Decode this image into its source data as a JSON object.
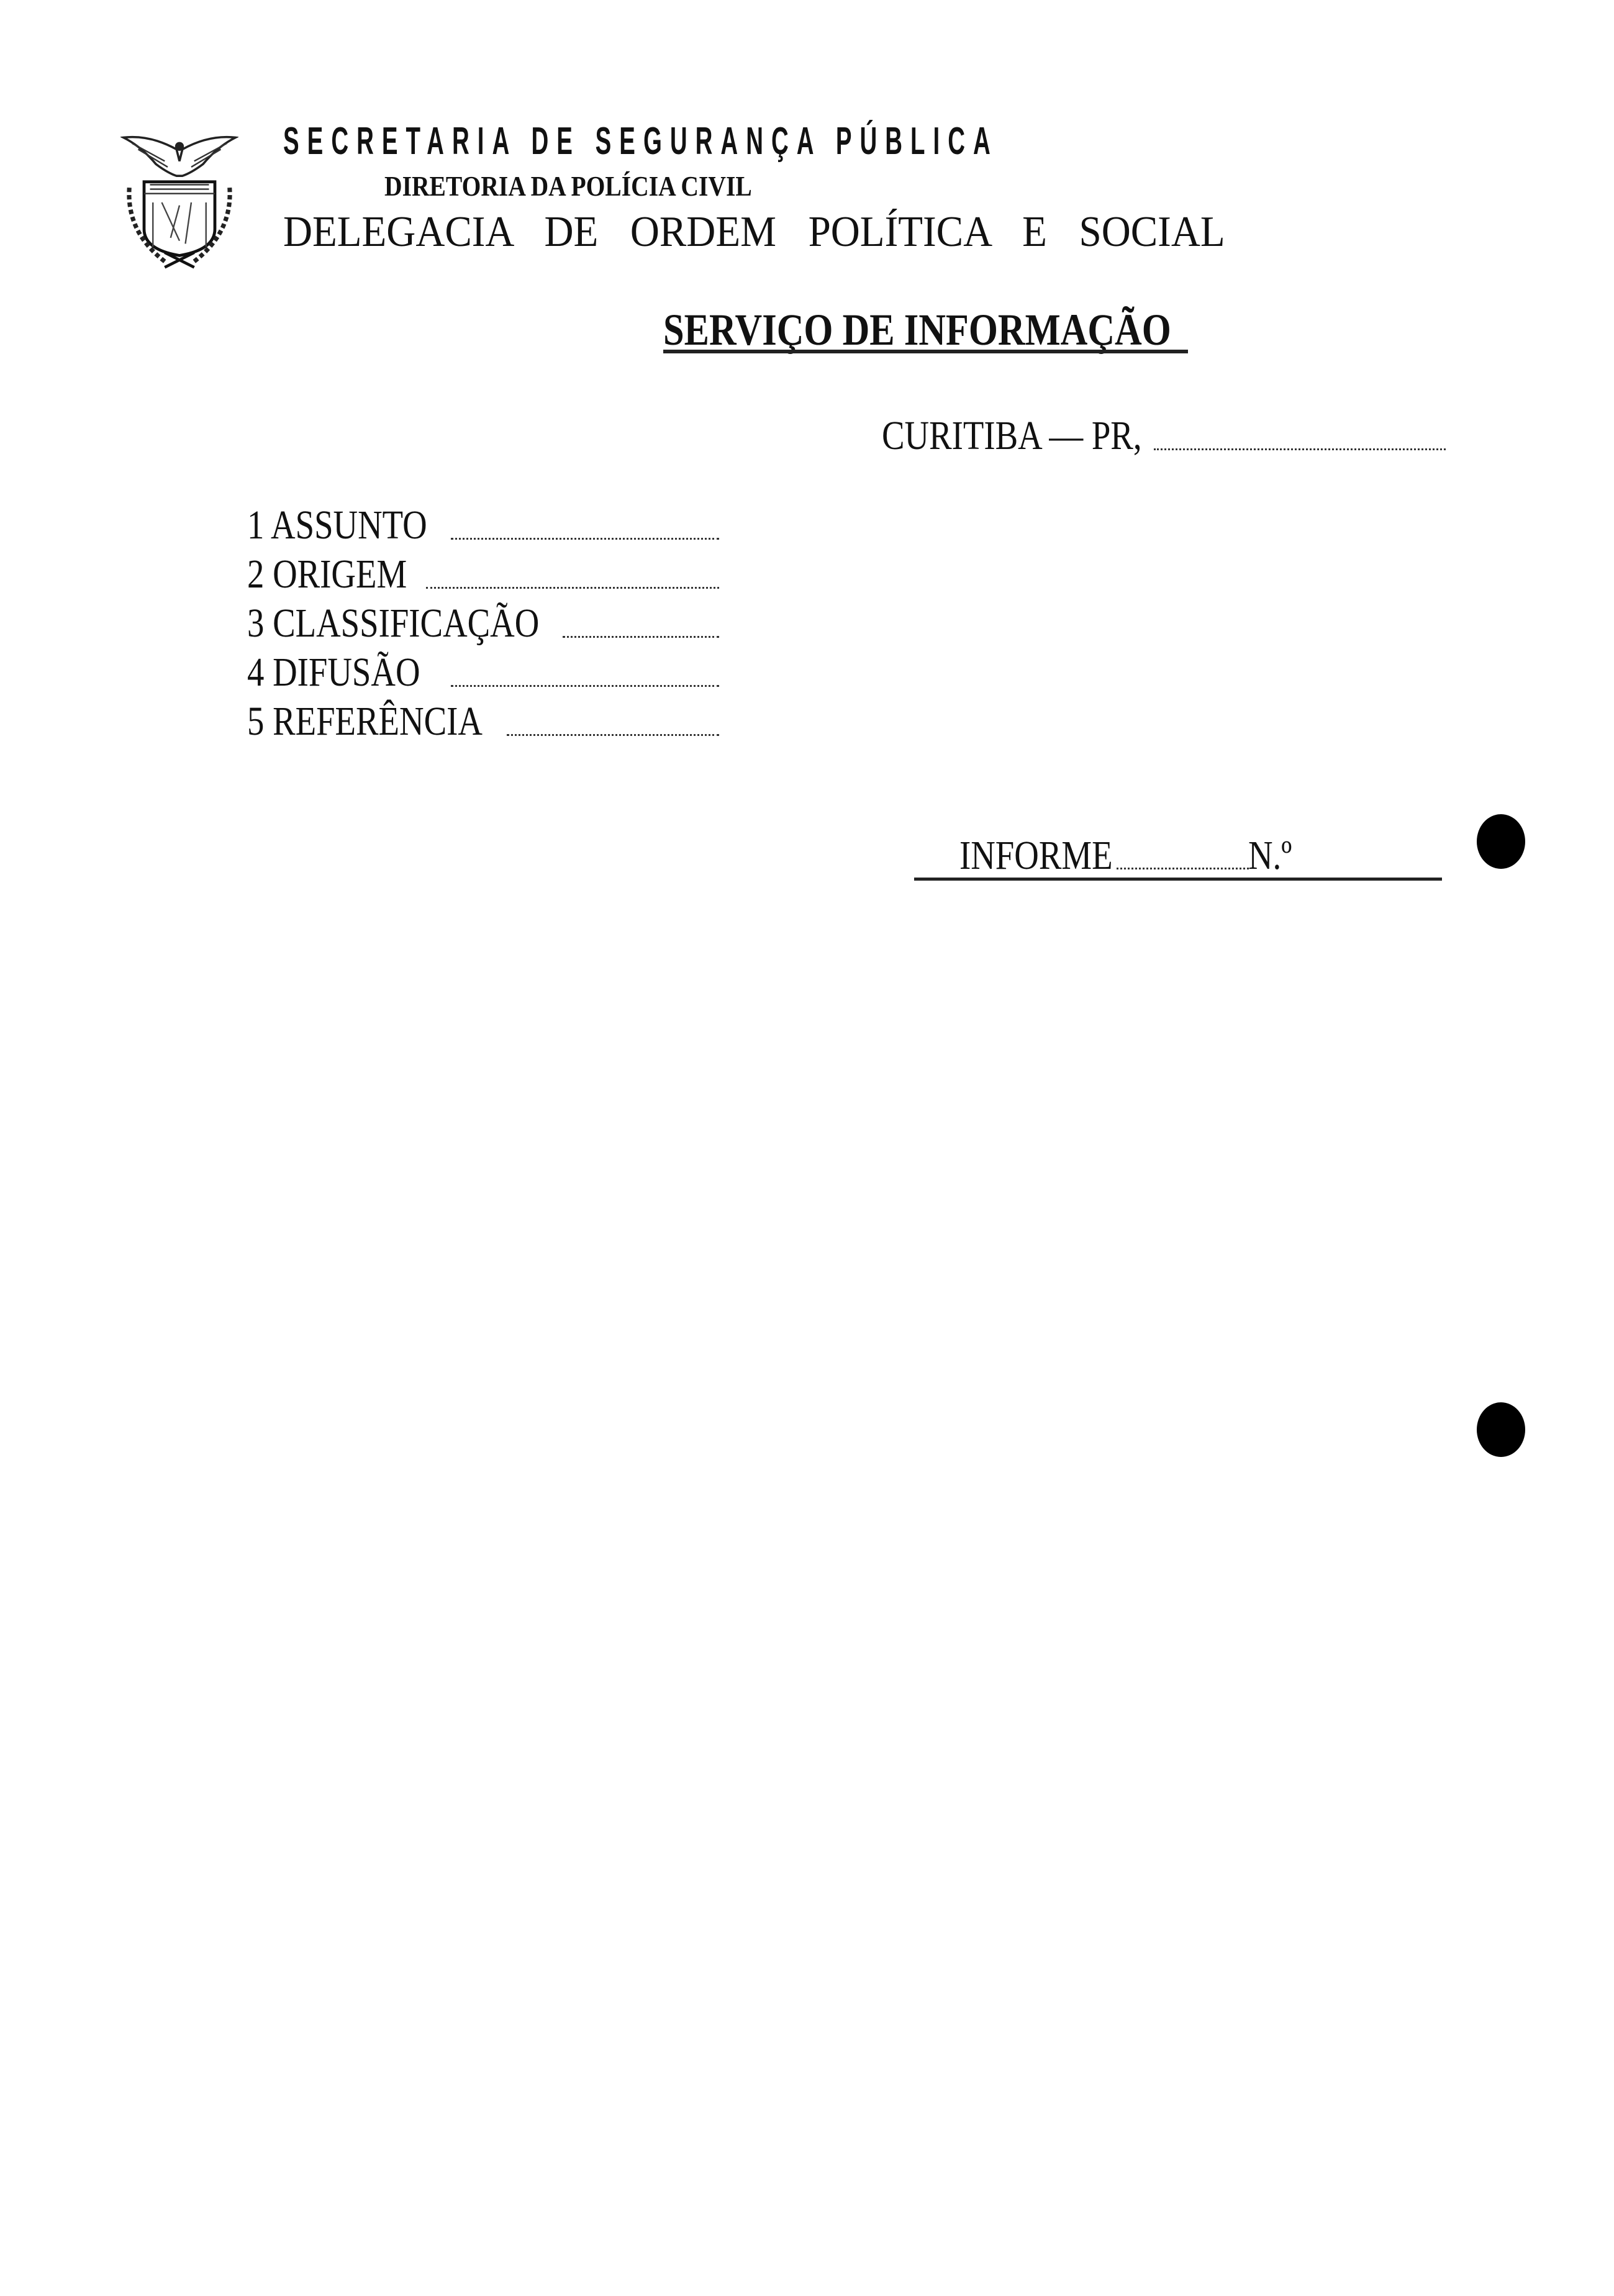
{
  "header": {
    "emblem": "parana-coat-of-arms",
    "secretaria": "SECRETARIA DE SEGURANÇA PÚBLICA",
    "diretoria": "DIRETORIA DA POLÍCIA CIVIL",
    "delegacia": "DELEGACIA DE ORDEM POLÍTICA E SOCIAL"
  },
  "title": "SERVIÇO DE INFORMAÇÃO",
  "place_date": "CURITIBA — PR,",
  "fields": [
    {
      "label": "1 ASSUNTO"
    },
    {
      "label": "2 ORIGEM"
    },
    {
      "label": "3 CLASSIFICAÇÃO"
    },
    {
      "label": "4 DIFUSÃO"
    },
    {
      "label": "5 REFERÊNCIA"
    }
  ],
  "informe": {
    "label": "INFORME",
    "number_label": "N.º"
  }
}
